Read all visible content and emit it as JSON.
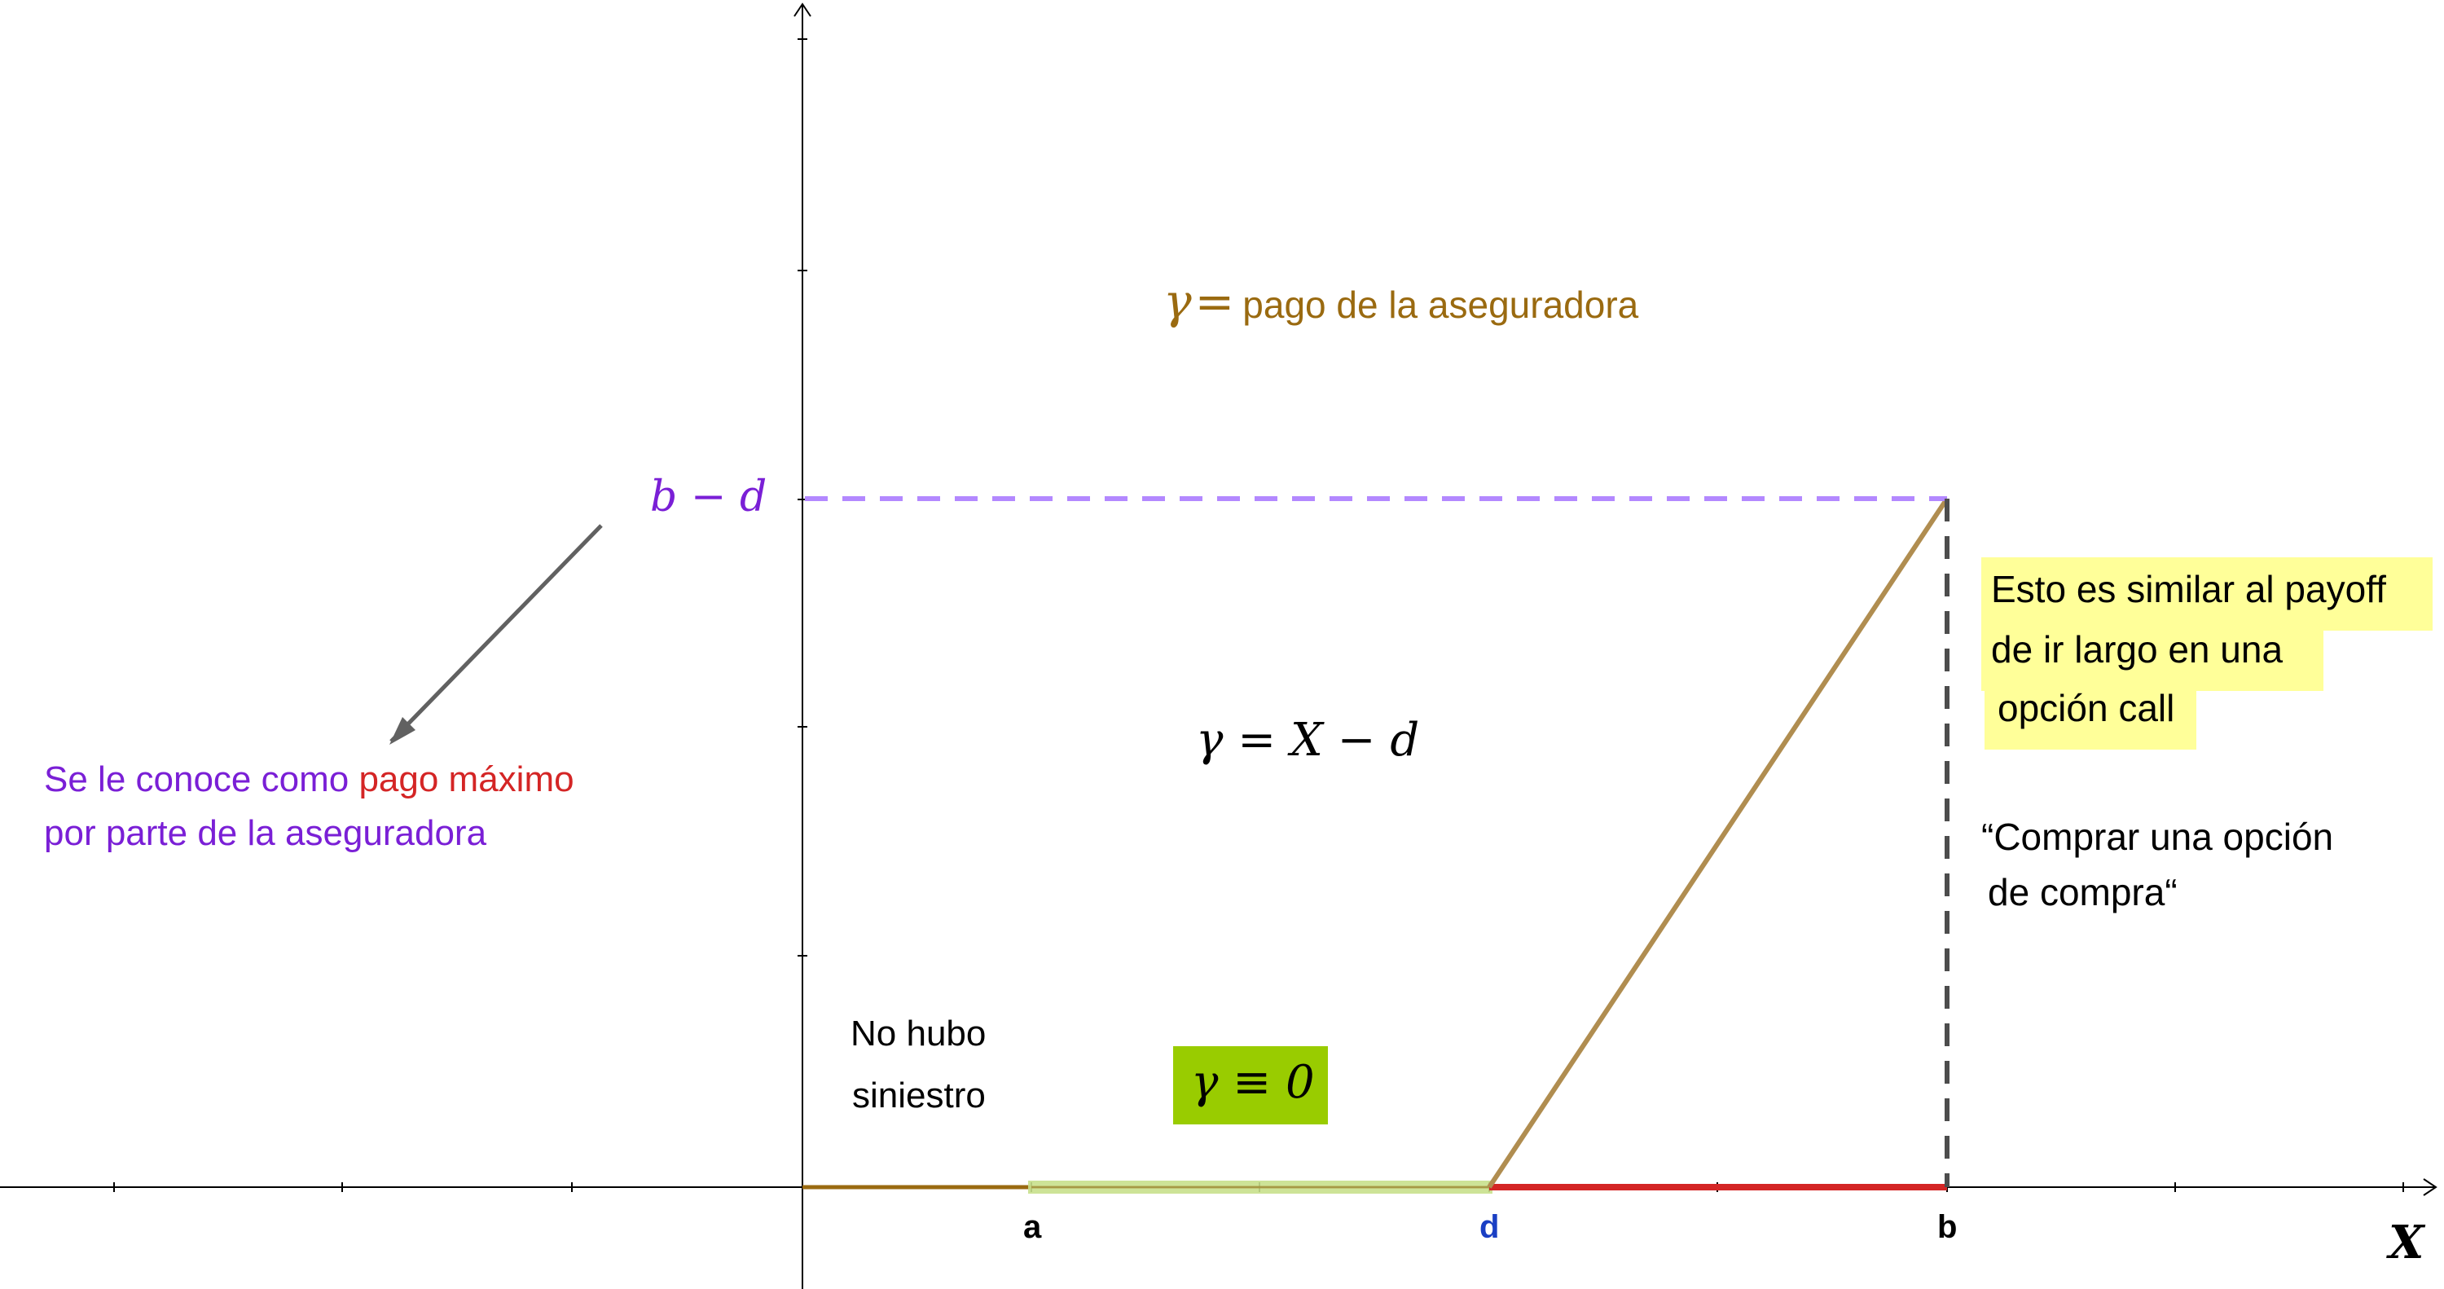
{
  "axis": {
    "x_label": "X",
    "ticks": {
      "a": "a",
      "d": "d",
      "b": "b"
    }
  },
  "labels": {
    "b_minus_d": {
      "var1": "b",
      "op": "−",
      "var2": "d"
    },
    "gamma_def": {
      "gamma": "γ",
      "eq": "=",
      "text": "pago de la aseguradora"
    },
    "gamma_xd": "γ = X − d",
    "gamma_zero": "γ ≡ 0",
    "no_siniestro": [
      "No hubo",
      "siniestro"
    ],
    "max_payment": {
      "part1": "Se le conoce como ",
      "part2": "pago máximo",
      "line2": "por parte de la aseguradora"
    },
    "payoff_note": [
      "Esto es similar al payoff",
      "de ir largo en una",
      "opción call"
    ],
    "quote": [
      "“Comprar una opción",
      "de compra“"
    ]
  },
  "colors": {
    "axis": "#000000",
    "payoff_line": "#b08d50",
    "purple": "#7a1fd6",
    "violet_dash": "#b388ff",
    "red": "#d42525",
    "brown_text": "#9a6a10",
    "blue": "#1a3fc4",
    "green_box": "#99cc00",
    "green_segment": "#c8e08c",
    "yellow_highlight": "#ffff99",
    "arrow": "#616161",
    "dark_dash": "#4d4d4d"
  }
}
